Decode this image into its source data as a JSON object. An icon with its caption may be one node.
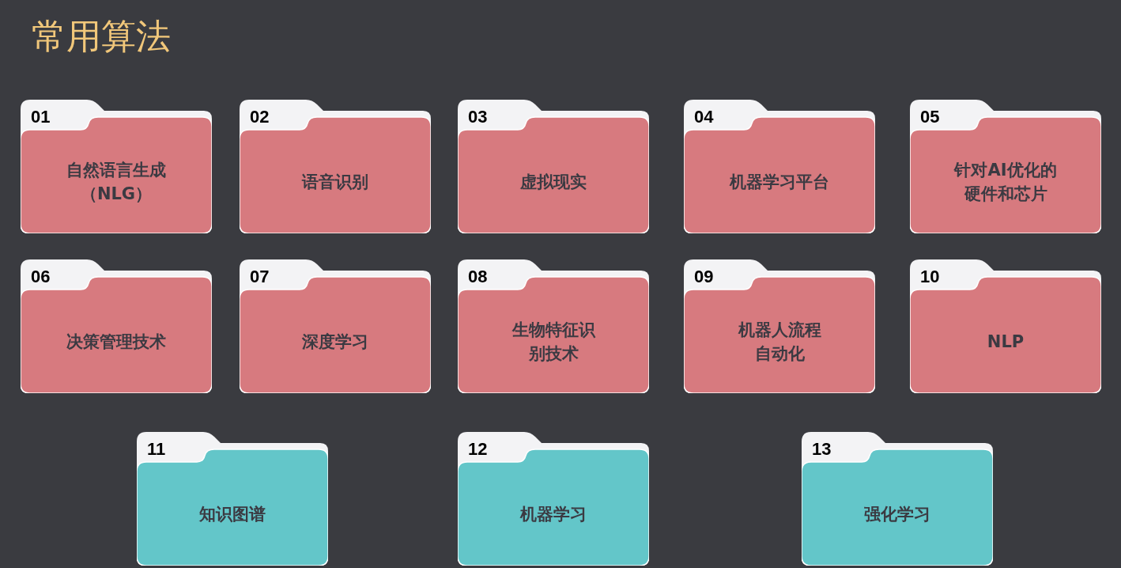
{
  "diagram": {
    "title": "常用算法",
    "nodes": [
      {
        "text": [
          "01",
          "自然语言生成（NLG）"
        ]
      },
      {
        "text": [
          "02",
          "语音识别"
        ]
      },
      {
        "text": [
          "03",
          "虚拟现实"
        ]
      },
      {
        "text": [
          "04",
          "机器学习平台"
        ]
      },
      {
        "text": [
          "05",
          "针对AI优化的硬件和芯片"
        ]
      },
      {
        "text": [
          "06",
          "决策管理技术"
        ]
      },
      {
        "text": [
          "07",
          "深度学习"
        ]
      },
      {
        "text": [
          "08",
          "生物特征识别技术"
        ]
      },
      {
        "text": [
          "09",
          "机器人流程自动化"
        ]
      },
      {
        "text": [
          "10",
          "NLP"
        ]
      },
      {
        "text": [
          "11",
          "知识图谱"
        ]
      },
      {
        "text": [
          "12",
          "机器学习"
        ]
      },
      {
        "text": [
          "13",
          "强化学习"
        ]
      }
    ],
    "edges": []
  }
}
